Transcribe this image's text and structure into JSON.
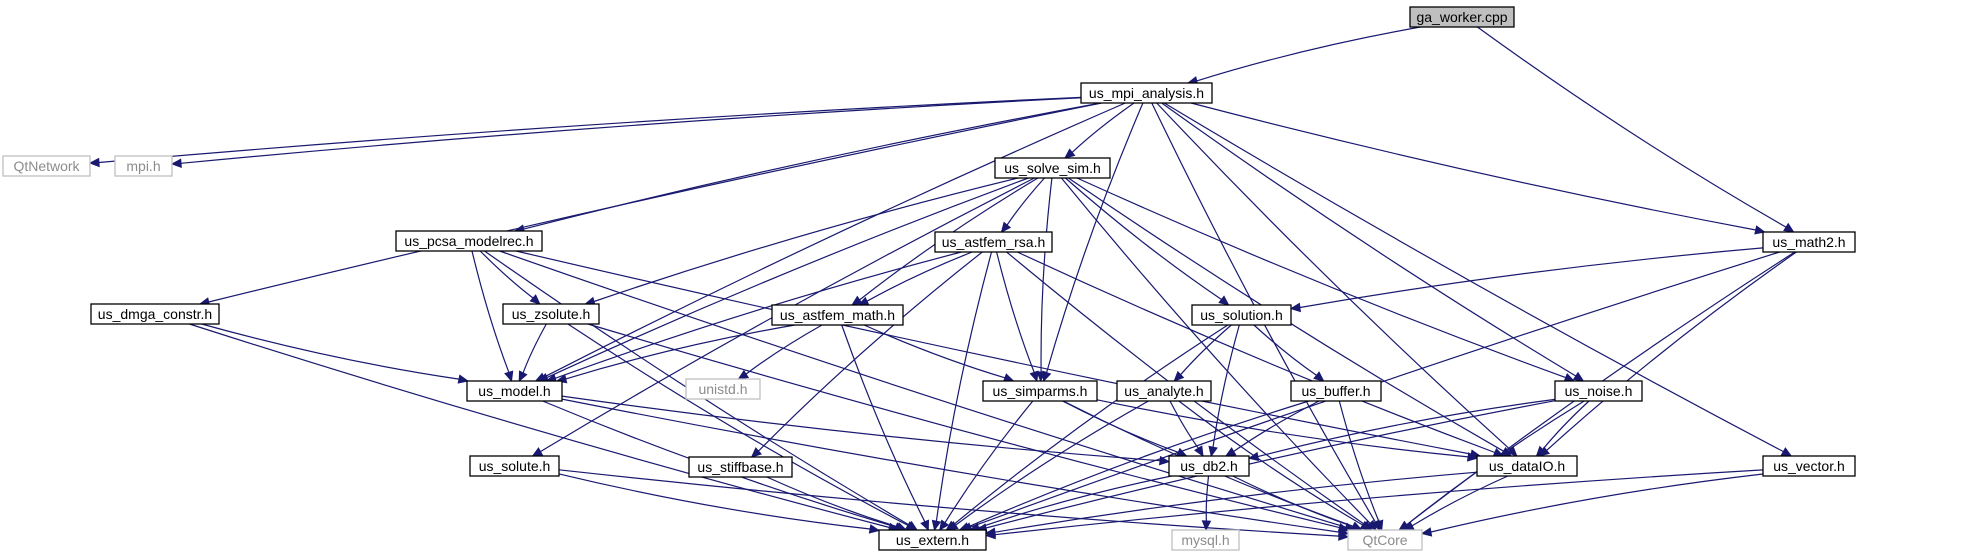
{
  "nodes": [
    {
      "id": "ga_worker",
      "label": "ga_worker.cpp",
      "kind": "root"
    },
    {
      "id": "us_mpi_analysis",
      "label": "us_mpi_analysis.h",
      "kind": "header"
    },
    {
      "id": "QtNetwork",
      "label": "QtNetwork",
      "kind": "external"
    },
    {
      "id": "mpi",
      "label": "mpi.h",
      "kind": "external"
    },
    {
      "id": "us_solve_sim",
      "label": "us_solve_sim.h",
      "kind": "header"
    },
    {
      "id": "us_pcsa_modelrec",
      "label": "us_pcsa_modelrec.h",
      "kind": "header"
    },
    {
      "id": "us_astfem_rsa",
      "label": "us_astfem_rsa.h",
      "kind": "header"
    },
    {
      "id": "us_math2",
      "label": "us_math2.h",
      "kind": "header"
    },
    {
      "id": "us_dmga_constr",
      "label": "us_dmga_constr.h",
      "kind": "header"
    },
    {
      "id": "us_zsolute",
      "label": "us_zsolute.h",
      "kind": "header"
    },
    {
      "id": "us_astfem_math",
      "label": "us_astfem_math.h",
      "kind": "header"
    },
    {
      "id": "us_solution",
      "label": "us_solution.h",
      "kind": "header"
    },
    {
      "id": "unistd",
      "label": "unistd.h",
      "kind": "external"
    },
    {
      "id": "us_model",
      "label": "us_model.h",
      "kind": "header"
    },
    {
      "id": "us_simparms",
      "label": "us_simparms.h",
      "kind": "header"
    },
    {
      "id": "us_analyte",
      "label": "us_analyte.h",
      "kind": "header"
    },
    {
      "id": "us_buffer",
      "label": "us_buffer.h",
      "kind": "header"
    },
    {
      "id": "us_noise",
      "label": "us_noise.h",
      "kind": "header"
    },
    {
      "id": "us_solute",
      "label": "us_solute.h",
      "kind": "header"
    },
    {
      "id": "us_stiffbase",
      "label": "us_stiffbase.h",
      "kind": "header"
    },
    {
      "id": "us_db2",
      "label": "us_db2.h",
      "kind": "header"
    },
    {
      "id": "us_dataIO",
      "label": "us_dataIO.h",
      "kind": "header"
    },
    {
      "id": "us_vector",
      "label": "us_vector.h",
      "kind": "header"
    },
    {
      "id": "mysql",
      "label": "mysql.h",
      "kind": "external"
    },
    {
      "id": "us_extern",
      "label": "us_extern.h",
      "kind": "header"
    },
    {
      "id": "QtCore",
      "label": "QtCore",
      "kind": "external"
    }
  ],
  "edges": [
    [
      "ga_worker",
      "us_mpi_analysis"
    ],
    [
      "ga_worker",
      "us_math2"
    ],
    [
      "us_mpi_analysis",
      "QtNetwork"
    ],
    [
      "us_mpi_analysis",
      "mpi"
    ],
    [
      "us_mpi_analysis",
      "us_dmga_constr"
    ],
    [
      "us_mpi_analysis",
      "us_model"
    ],
    [
      "us_mpi_analysis",
      "us_pcsa_modelrec"
    ],
    [
      "us_mpi_analysis",
      "us_solve_sim"
    ],
    [
      "us_mpi_analysis",
      "us_simparms"
    ],
    [
      "us_mpi_analysis",
      "us_noise"
    ],
    [
      "us_mpi_analysis",
      "us_dataIO"
    ],
    [
      "us_mpi_analysis",
      "us_math2"
    ],
    [
      "us_mpi_analysis",
      "us_vector"
    ],
    [
      "us_mpi_analysis",
      "QtCore"
    ],
    [
      "us_solve_sim",
      "us_zsolute"
    ],
    [
      "us_solve_sim",
      "us_solute"
    ],
    [
      "us_solve_sim",
      "us_model"
    ],
    [
      "us_solve_sim",
      "us_astfem_math"
    ],
    [
      "us_solve_sim",
      "us_astfem_rsa"
    ],
    [
      "us_solve_sim",
      "us_simparms"
    ],
    [
      "us_solve_sim",
      "us_solution"
    ],
    [
      "us_solve_sim",
      "us_noise"
    ],
    [
      "us_solve_sim",
      "us_dataIO"
    ],
    [
      "us_solve_sim",
      "QtCore"
    ],
    [
      "us_pcsa_modelrec",
      "us_zsolute"
    ],
    [
      "us_pcsa_modelrec",
      "us_model"
    ],
    [
      "us_pcsa_modelrec",
      "us_extern"
    ],
    [
      "us_pcsa_modelrec",
      "QtCore"
    ],
    [
      "us_pcsa_modelrec",
      "us_dataIO"
    ],
    [
      "us_astfem_rsa",
      "us_astfem_math"
    ],
    [
      "us_astfem_rsa",
      "us_model"
    ],
    [
      "us_astfem_rsa",
      "us_simparms"
    ],
    [
      "us_astfem_rsa",
      "us_stiffbase"
    ],
    [
      "us_astfem_rsa",
      "us_extern"
    ],
    [
      "us_astfem_rsa",
      "us_dataIO"
    ],
    [
      "us_astfem_rsa",
      "QtCore"
    ],
    [
      "us_math2",
      "us_solution"
    ],
    [
      "us_math2",
      "us_dataIO"
    ],
    [
      "us_math2",
      "us_extern"
    ],
    [
      "us_math2",
      "QtCore"
    ],
    [
      "us_dmga_constr",
      "us_model"
    ],
    [
      "us_dmga_constr",
      "us_extern"
    ],
    [
      "us_zsolute",
      "us_model"
    ],
    [
      "us_zsolute",
      "us_extern"
    ],
    [
      "us_zsolute",
      "QtCore"
    ],
    [
      "us_astfem_math",
      "unistd"
    ],
    [
      "us_astfem_math",
      "us_model"
    ],
    [
      "us_astfem_math",
      "us_simparms"
    ],
    [
      "us_astfem_math",
      "us_extern"
    ],
    [
      "us_solution",
      "us_analyte"
    ],
    [
      "us_solution",
      "us_buffer"
    ],
    [
      "us_solution",
      "us_db2"
    ],
    [
      "us_solution",
      "us_extern"
    ],
    [
      "us_model",
      "us_db2"
    ],
    [
      "us_model",
      "us_extern"
    ],
    [
      "us_model",
      "QtCore"
    ],
    [
      "us_simparms",
      "us_db2"
    ],
    [
      "us_simparms",
      "us_dataIO"
    ],
    [
      "us_simparms",
      "us_extern"
    ],
    [
      "us_simparms",
      "QtCore"
    ],
    [
      "us_analyte",
      "us_db2"
    ],
    [
      "us_analyte",
      "us_extern"
    ],
    [
      "us_analyte",
      "QtCore"
    ],
    [
      "us_buffer",
      "us_db2"
    ],
    [
      "us_buffer",
      "us_extern"
    ],
    [
      "us_buffer",
      "QtCore"
    ],
    [
      "us_noise",
      "us_dataIO"
    ],
    [
      "us_noise",
      "us_db2"
    ],
    [
      "us_noise",
      "us_extern"
    ],
    [
      "us_noise",
      "QtCore"
    ],
    [
      "us_solute",
      "us_extern"
    ],
    [
      "us_solute",
      "QtCore"
    ],
    [
      "us_stiffbase",
      "us_extern"
    ],
    [
      "us_db2",
      "mysql"
    ],
    [
      "us_db2",
      "us_extern"
    ],
    [
      "us_db2",
      "QtCore"
    ],
    [
      "us_dataIO",
      "us_extern"
    ],
    [
      "us_dataIO",
      "QtCore"
    ],
    [
      "us_vector",
      "us_extern"
    ],
    [
      "us_vector",
      "QtCore"
    ]
  ]
}
